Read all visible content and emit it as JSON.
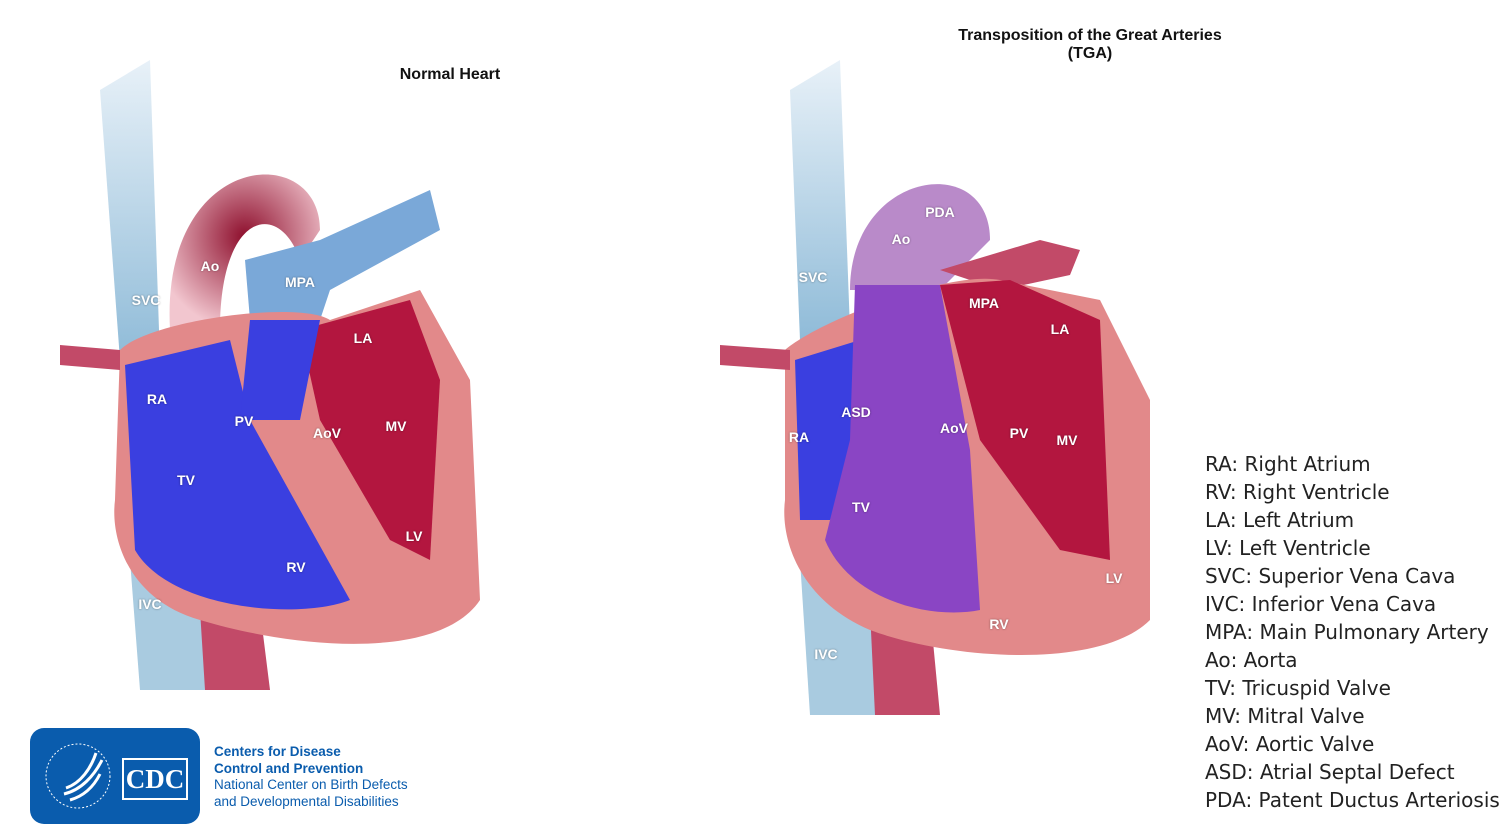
{
  "normal_heart": {
    "title": "Normal Heart",
    "labels": {
      "ao": "Ao",
      "mpa": "MPA",
      "svc": "SVC",
      "la": "LA",
      "ra": "RA",
      "pv": "PV",
      "aov": "AoV",
      "mv": "MV",
      "tv": "TV",
      "lv": "LV",
      "rv": "RV",
      "ivc": "IVC"
    }
  },
  "tga_heart": {
    "title_line1": "Transposition of the Great Arteries",
    "title_line2": "(TGA)",
    "labels": {
      "pda": "PDA",
      "ao": "Ao",
      "svc": "SVC",
      "mpa": "MPA",
      "la": "LA",
      "asd": "ASD",
      "aov": "AoV",
      "pv": "PV",
      "mv": "MV",
      "ra": "RA",
      "tv": "TV",
      "lv": "LV",
      "rv": "RV",
      "ivc": "IVC"
    }
  },
  "legend": [
    "RA: Right Atrium",
    "RV: Right Ventricle",
    "LA: Left Atrium",
    "LV: Left Ventricle",
    "SVC: Superior Vena Cava",
    "IVC: Inferior Vena Cava",
    "MPA: Main Pulmonary Artery",
    "Ao: Aorta",
    "TV: Tricuspid Valve",
    "MV: Mitral Valve",
    "AoV: Aortic Valve",
    "ASD: Atrial Septal Defect",
    "PDA: Patent Ductus Arteriosis"
  ],
  "logo": {
    "mark": "CDC",
    "line1": "Centers for Disease",
    "line2": "Control and Prevention",
    "line3": "National Center on Birth Defects",
    "line4": "and Developmental Disabilities"
  },
  "colors": {
    "blue": "#3a3fe0",
    "red": "#b3163f",
    "muscle": "#e2898a",
    "vessel": "#9cc4de",
    "purple": "#8a45c4",
    "logo": "#0a5cad"
  }
}
